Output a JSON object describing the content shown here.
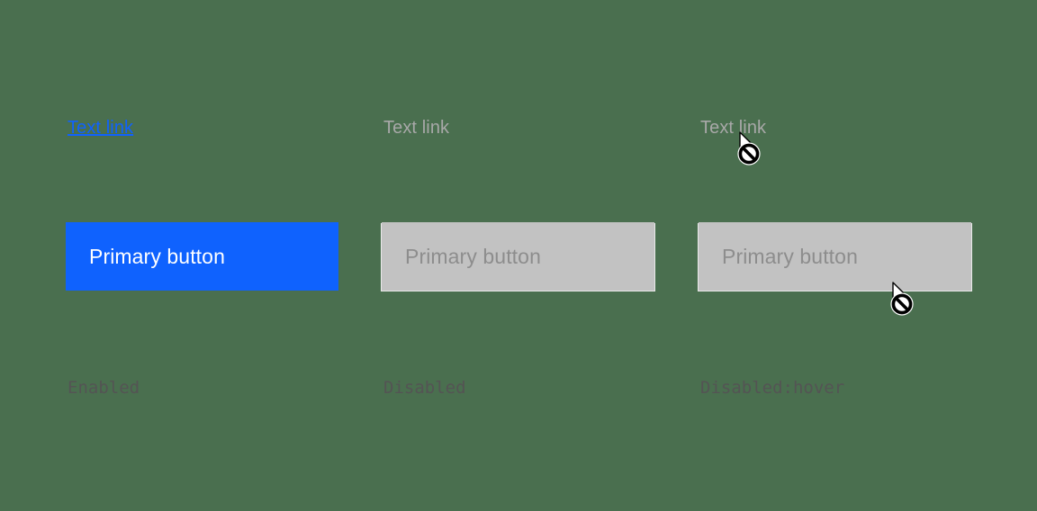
{
  "page": {
    "background_color": "#4a6f4f",
    "description_colors": {
      "primary_blue": "#0f62fe",
      "enabled_button_text": "#ffffff",
      "disabled_button_bg": "#c2c2c2",
      "disabled_button_text": "#8d8d8d",
      "disabled_link_text": "#a8a8a8",
      "caption_text": "#545454"
    }
  },
  "columns": [
    {
      "id": "enabled",
      "link_label": "Text link",
      "button_label": "Primary button",
      "caption": "Enabled",
      "cursor_icon": ""
    },
    {
      "id": "disabled",
      "link_label": "Text link",
      "button_label": "Primary button",
      "caption": "Disabled",
      "cursor_icon": ""
    },
    {
      "id": "disabled-hover",
      "link_label": "Text link",
      "button_label": "Primary button",
      "caption": "Disabled:hover",
      "cursor_icon": "not-allowed-cursor"
    }
  ]
}
